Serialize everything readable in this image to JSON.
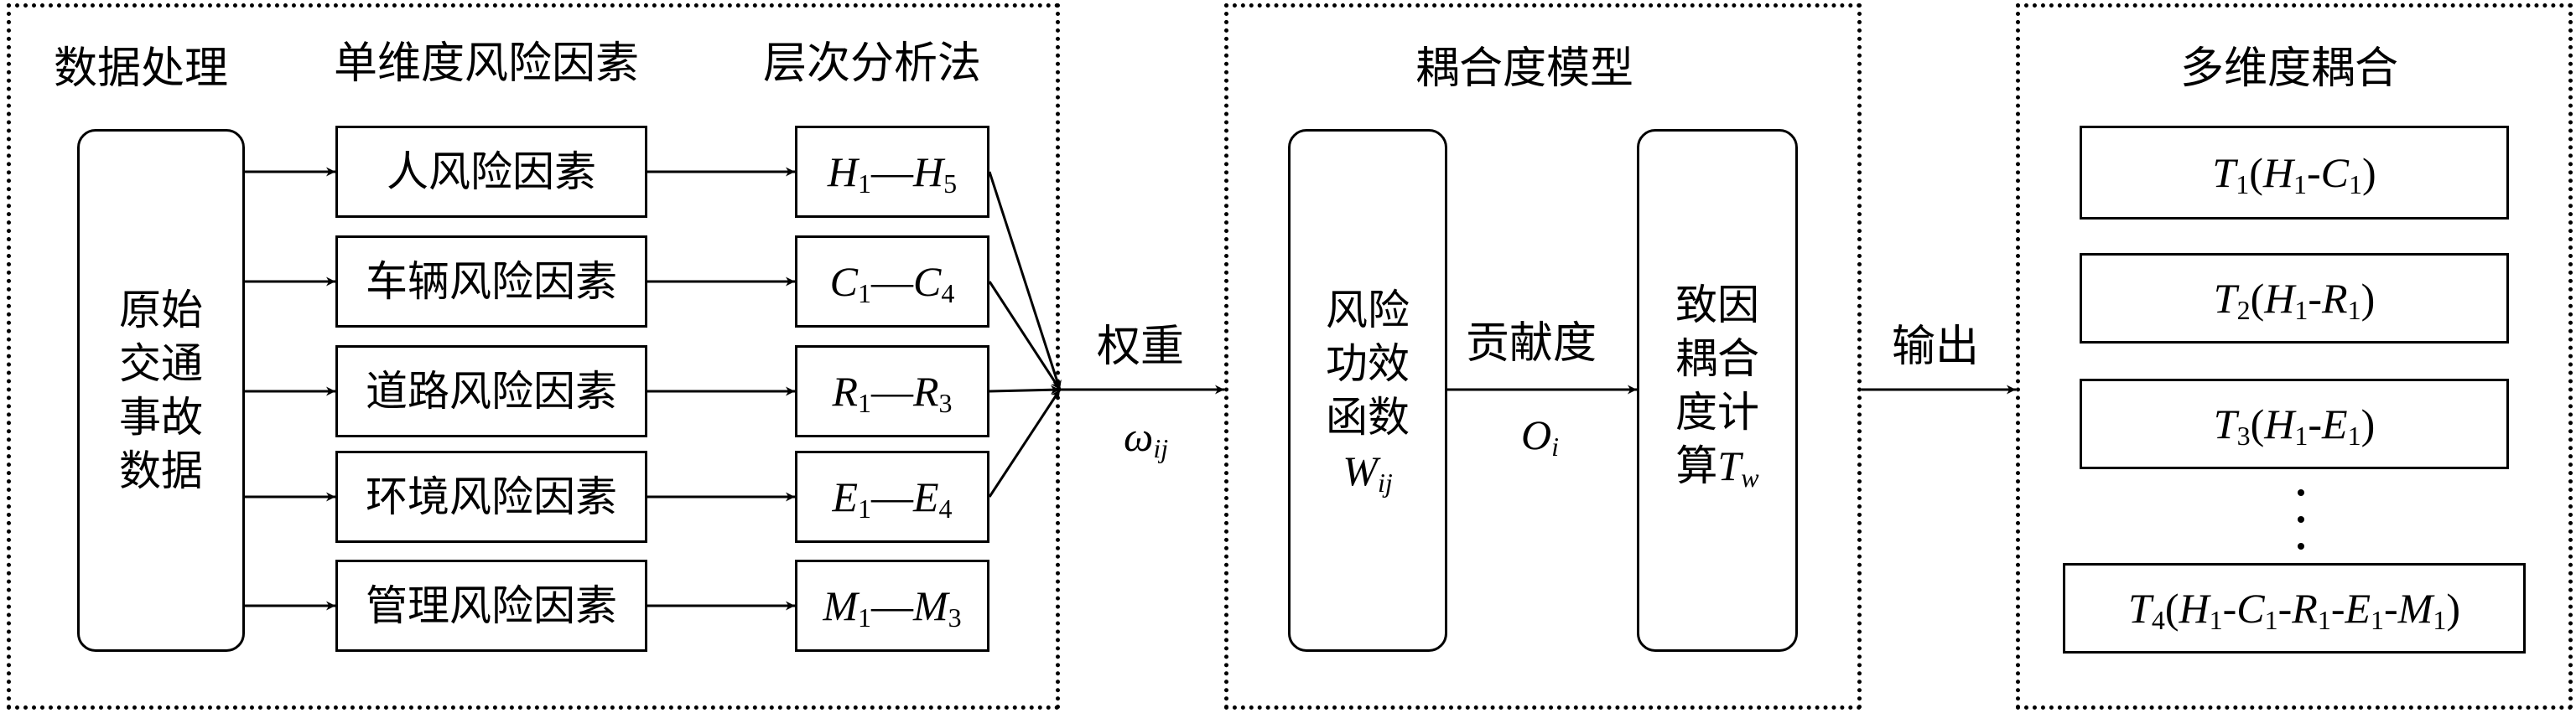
{
  "panels": {
    "left": {
      "headers": {
        "data_processing": "数据处理",
        "single_dim": "单维度风险因素",
        "ahp": "层次分析法"
      },
      "source_lines": [
        "原始",
        "交通",
        "事故",
        "数据"
      ],
      "factors": [
        {
          "label": "人风险因素",
          "range": {
            "a": "H",
            "a_sub": "1",
            "dash": "—",
            "b": "H",
            "b_sub": "5"
          }
        },
        {
          "label": "车辆风险因素",
          "range": {
            "a": "C",
            "a_sub": "1",
            "dash": "—",
            "b": "C",
            "b_sub": "4"
          }
        },
        {
          "label": "道路风险因素",
          "range": {
            "a": "R",
            "a_sub": "1",
            "dash": "—",
            "b": "R",
            "b_sub": "3"
          }
        },
        {
          "label": "环境风险因素",
          "range": {
            "a": "E",
            "a_sub": "1",
            "dash": "—",
            "b": "E",
            "b_sub": "4"
          }
        },
        {
          "label": "管理风险因素",
          "range": {
            "a": "M",
            "a_sub": "1",
            "dash": "—",
            "b": "M",
            "b_sub": "3"
          }
        }
      ]
    },
    "weight": {
      "label": "权重",
      "symbol": "ω",
      "symbol_sub": "ij"
    },
    "middle": {
      "header": "耦合度模型",
      "efficacy_lines": [
        "风险",
        "功效",
        "函数"
      ],
      "efficacy_symbol": "W",
      "efficacy_symbol_sub": "ij",
      "contribution": {
        "label": "贡献度",
        "symbol": "O",
        "symbol_sub": "i"
      },
      "coupling_lines": [
        "致因",
        "耦合",
        "度计"
      ],
      "coupling_last_prefix": "算",
      "coupling_symbol": "T",
      "coupling_symbol_sub": "w"
    },
    "output": {
      "label": "输出"
    },
    "right": {
      "header": "多维度耦合",
      "items": [
        {
          "t": "T",
          "t_sub": "1",
          "parts": [
            {
              "v": "H",
              "s": "1"
            },
            {
              "v": "C",
              "s": "1"
            }
          ]
        },
        {
          "t": "T",
          "t_sub": "2",
          "parts": [
            {
              "v": "H",
              "s": "1"
            },
            {
              "v": "R",
              "s": "1"
            }
          ]
        },
        {
          "t": "T",
          "t_sub": "3",
          "parts": [
            {
              "v": "H",
              "s": "1"
            },
            {
              "v": "E",
              "s": "1"
            }
          ]
        },
        {
          "t": "T",
          "t_sub": "4",
          "parts": [
            {
              "v": "H",
              "s": "1"
            },
            {
              "v": "C",
              "s": "1"
            },
            {
              "v": "R",
              "s": "1"
            },
            {
              "v": "E",
              "s": "1"
            },
            {
              "v": "M",
              "s": "1"
            }
          ]
        }
      ]
    }
  }
}
